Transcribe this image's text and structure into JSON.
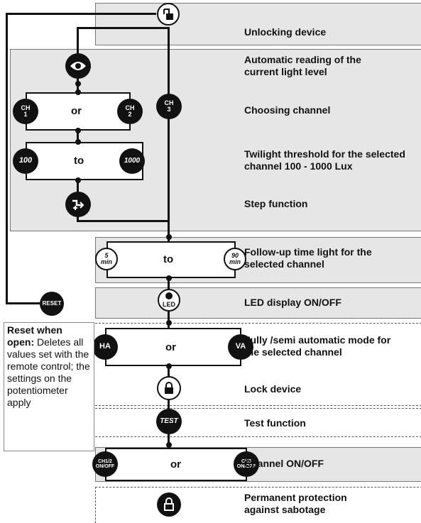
{
  "labels": {
    "unlocking": "Unlocking device",
    "auto_read_1": "Automatic reading of the",
    "auto_read_2": "current light level",
    "choosing": "Choosing channel",
    "twilight_1": "Twilight threshold for the selected",
    "twilight_2": "channel 100 - 1000 Lux",
    "step": "Step function",
    "followup_1": "Follow-up time light for the",
    "followup_2": "selected channel",
    "led": "LED display ON/OFF",
    "mode_1": "Fully /semi automatic mode for",
    "mode_2": "the selected channel",
    "lock": "Lock device",
    "test": "Test function",
    "channel_onoff": "Channel ON/OFF",
    "sabotage_1": "Permanent protection",
    "sabotage_2": "against sabotage"
  },
  "nodes": {
    "ch1_a": "CH",
    "ch1_b": "1",
    "ch2_a": "CH",
    "ch2_b": "2",
    "ch3_a": "CH",
    "ch3_b": "3",
    "v100": "100",
    "v1000": "1000",
    "t5_a": "5",
    "t5_b": "min",
    "t90_a": "90",
    "t90_b": "min",
    "reset": "RESET",
    "led": "LED",
    "ha": "HA",
    "va": "VA",
    "test": "TEST",
    "ch12_a": "CH1/2",
    "ch12_b": "ON/OFF",
    "ch3s_a": "CH3",
    "ch3s_b": "ON/OFF"
  },
  "connectors": {
    "or1": "or",
    "to1": "to",
    "to2": "to",
    "or2": "or",
    "or3": "or"
  },
  "reset_note": {
    "bold": "Reset when open:",
    "text": " Deletes all values set with the remote control; the settings on the potentiometer apply"
  }
}
